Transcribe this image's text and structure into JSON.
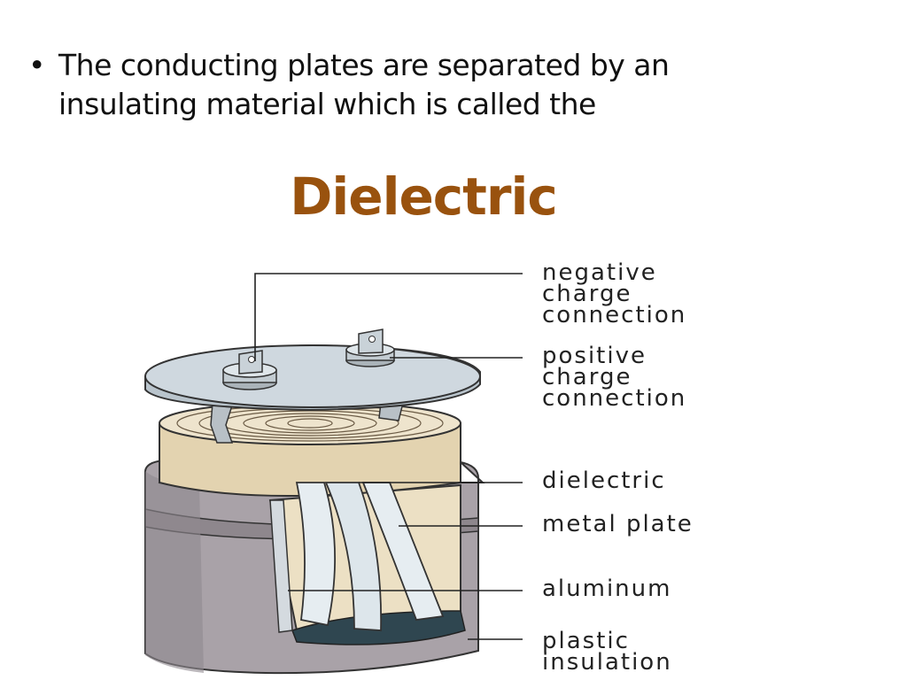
{
  "slide": {
    "bullet_text": "The conducting plates are separated by an insulating material which is called the",
    "highlight_word": "Dielectric"
  },
  "diagram": {
    "labels": {
      "negative": "negative\ncharge\nconnection",
      "positive": "positive\ncharge\nconnection",
      "dielectric": "dielectric",
      "metal_plate": "metal plate",
      "aluminum": "aluminum",
      "plastic": "plastic\ninsulation"
    }
  },
  "colors": {
    "highlight": "#99520e",
    "can_body": "#a19aa0",
    "lid": "#c9d3da",
    "paper": "#e9dcc2",
    "foil": "#e6edf1"
  }
}
